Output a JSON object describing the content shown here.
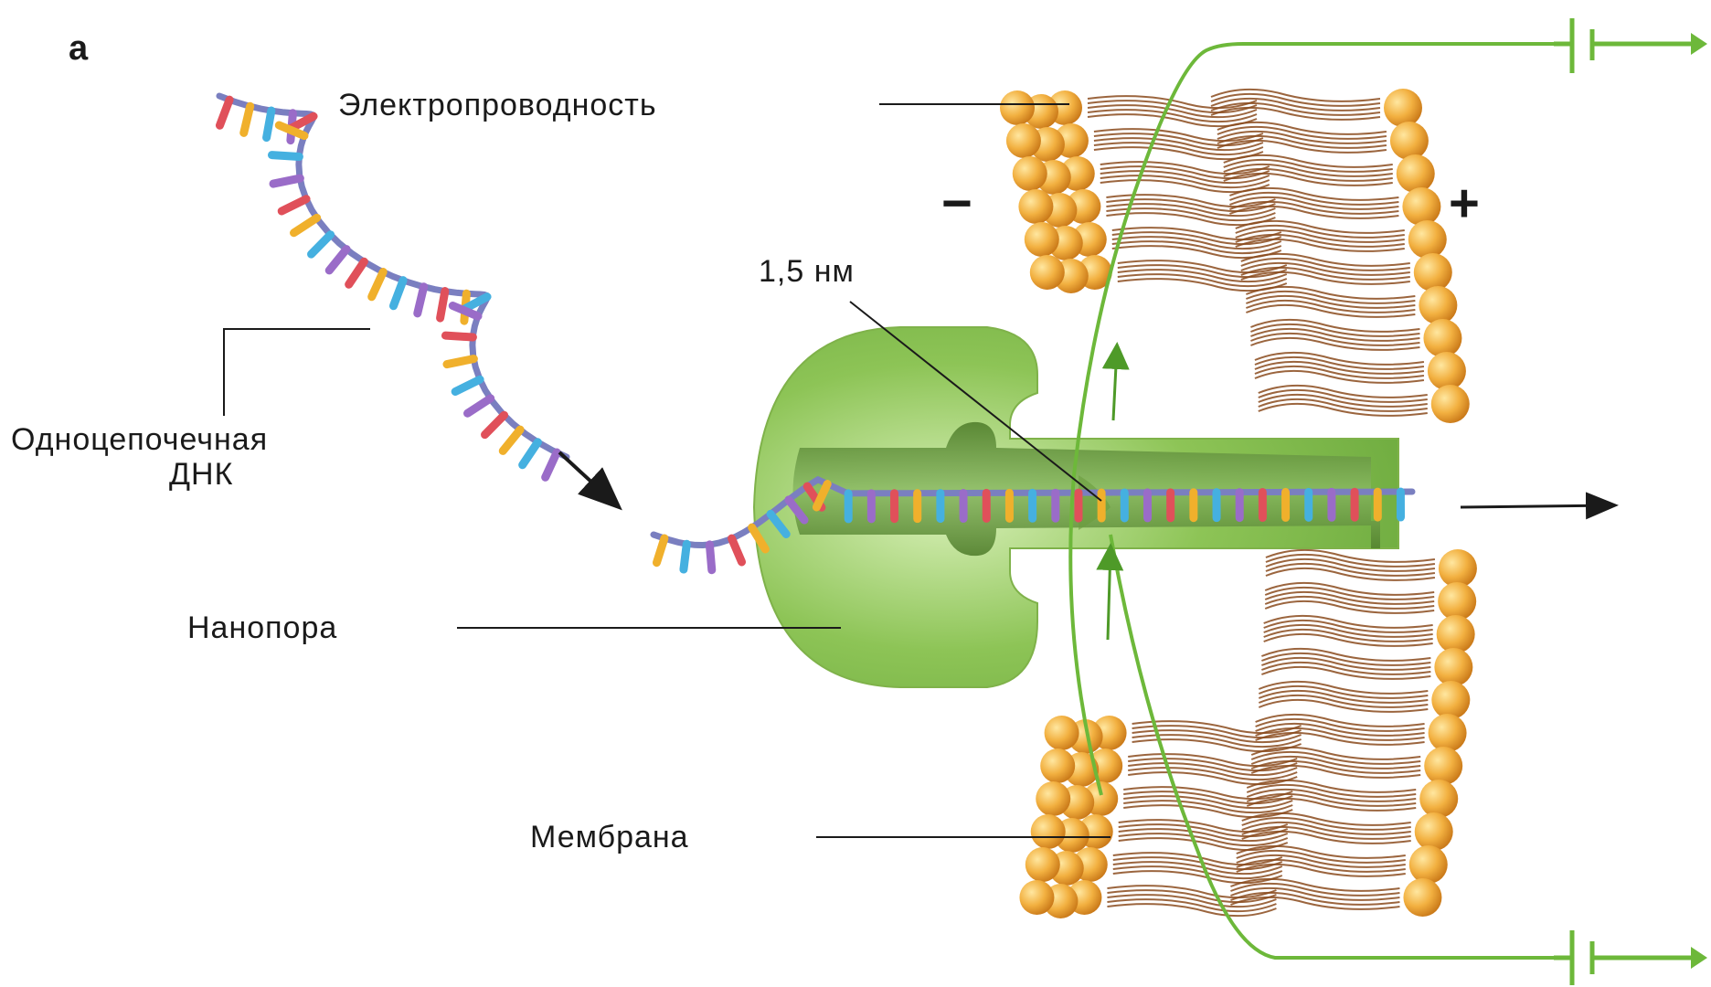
{
  "panel_letter": "а",
  "labels": {
    "conductivity": "Электропроводность",
    "ssdna_line1": "Одноцепочечная",
    "ssdna_line2": "ДНК",
    "nanopore": "Нанопора",
    "membrane": "Мембрана",
    "pore_width": "1,5 нм",
    "minus": "−",
    "plus": "+"
  },
  "colors": {
    "background": "#ffffff",
    "pore": "#8dc456",
    "pore_dark": "#5e8f33",
    "lipid_head": "#f2b040",
    "lipid_tail": "#8a4a1c",
    "circuit": "#6db83a",
    "dna_backbone": "#7a7fc0",
    "bases": [
      "#e0505a",
      "#f0b02c",
      "#45b0e0",
      "#9a6cc8"
    ]
  },
  "icons": [
    "battery-icon",
    "direction-arrow-icon"
  ]
}
